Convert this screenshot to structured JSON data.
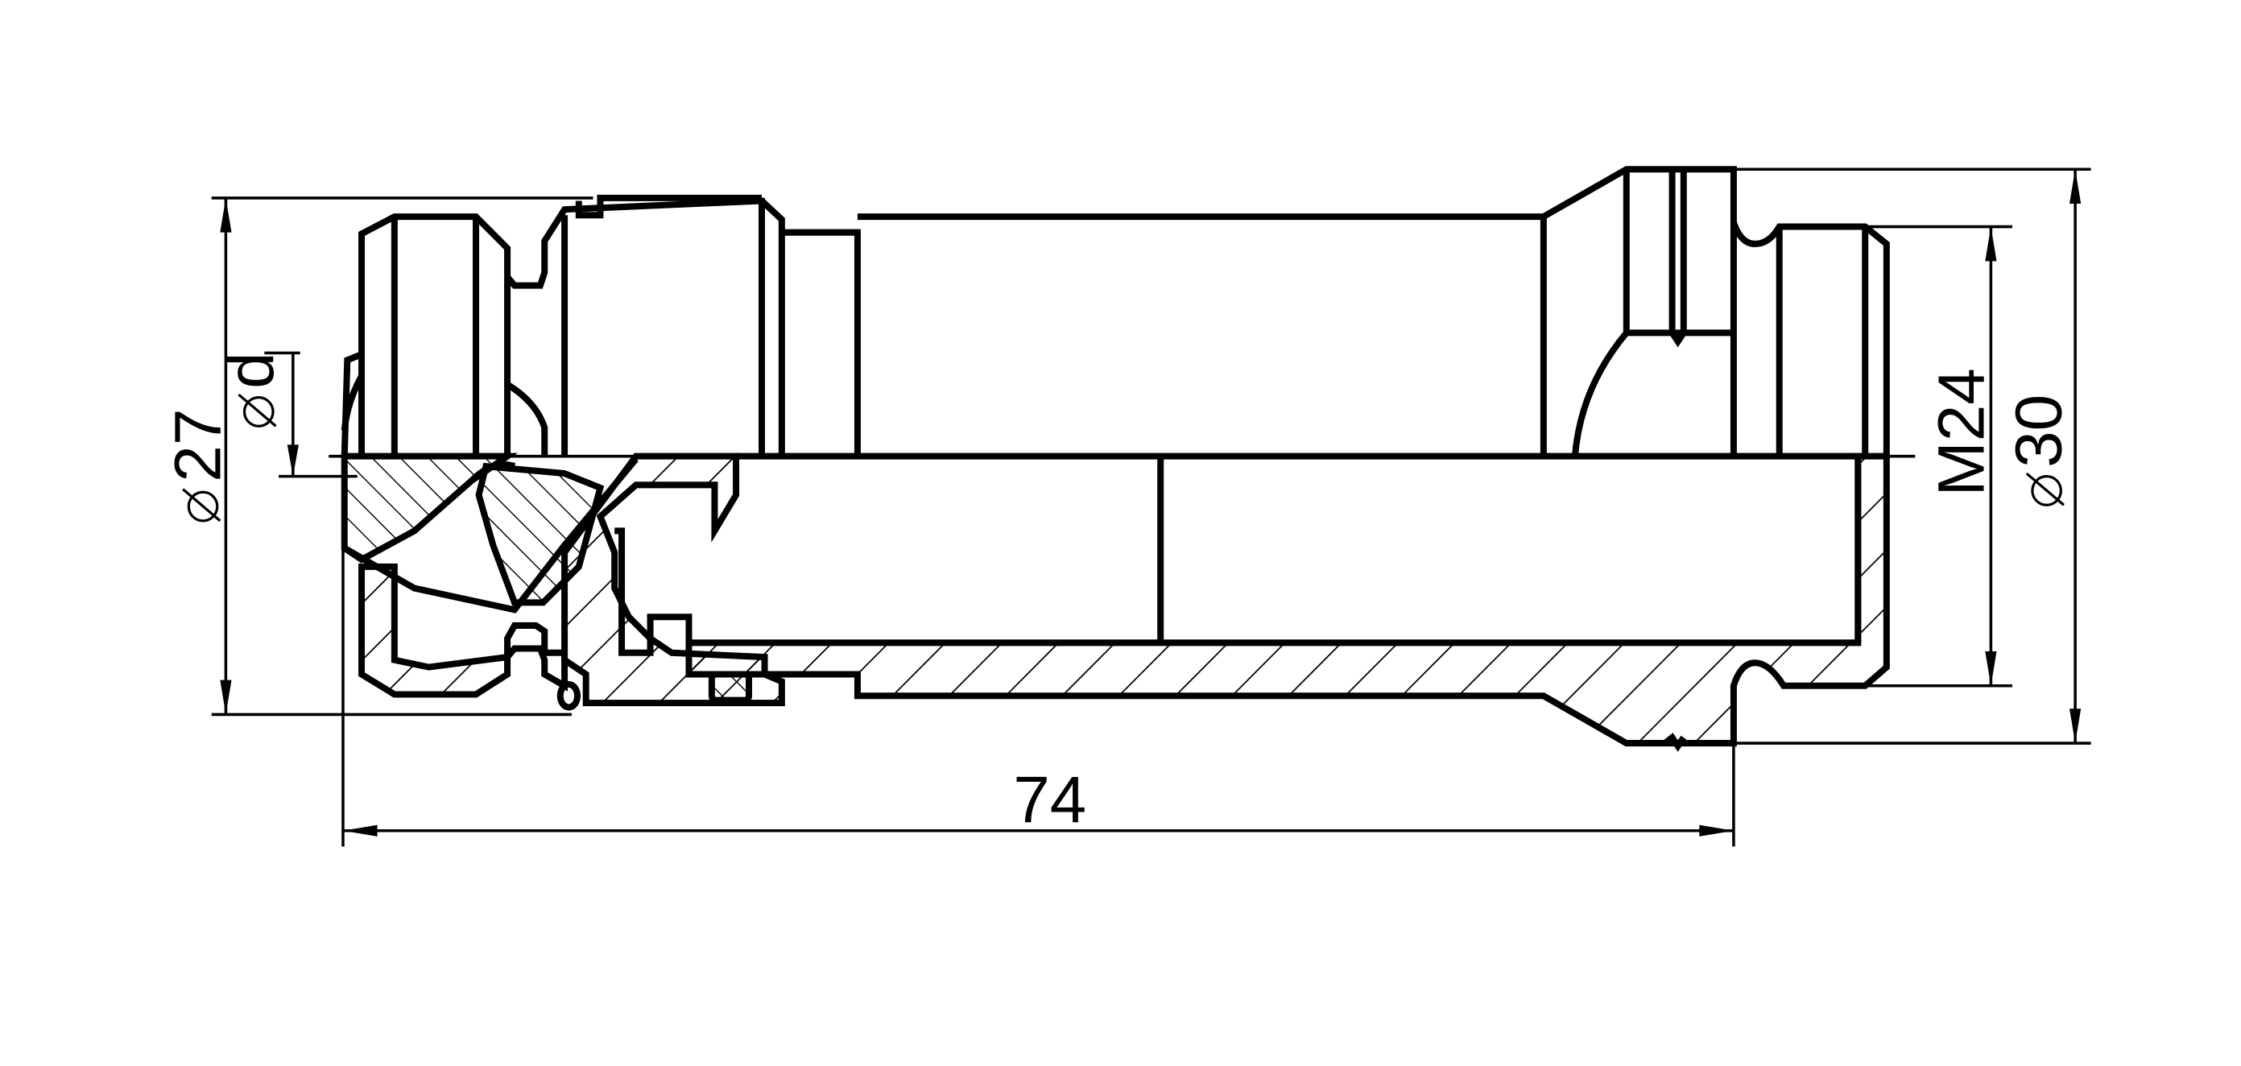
{
  "dimensions": {
    "diameter_27": "27",
    "diameter_d": "d",
    "thread_m24": "M24",
    "diameter_30": "30",
    "length_74": "74"
  },
  "symbols": {
    "diameter_symbol": "diameter-symbol-icon"
  },
  "colors": {
    "line": "#000000",
    "background": "#ffffff"
  }
}
